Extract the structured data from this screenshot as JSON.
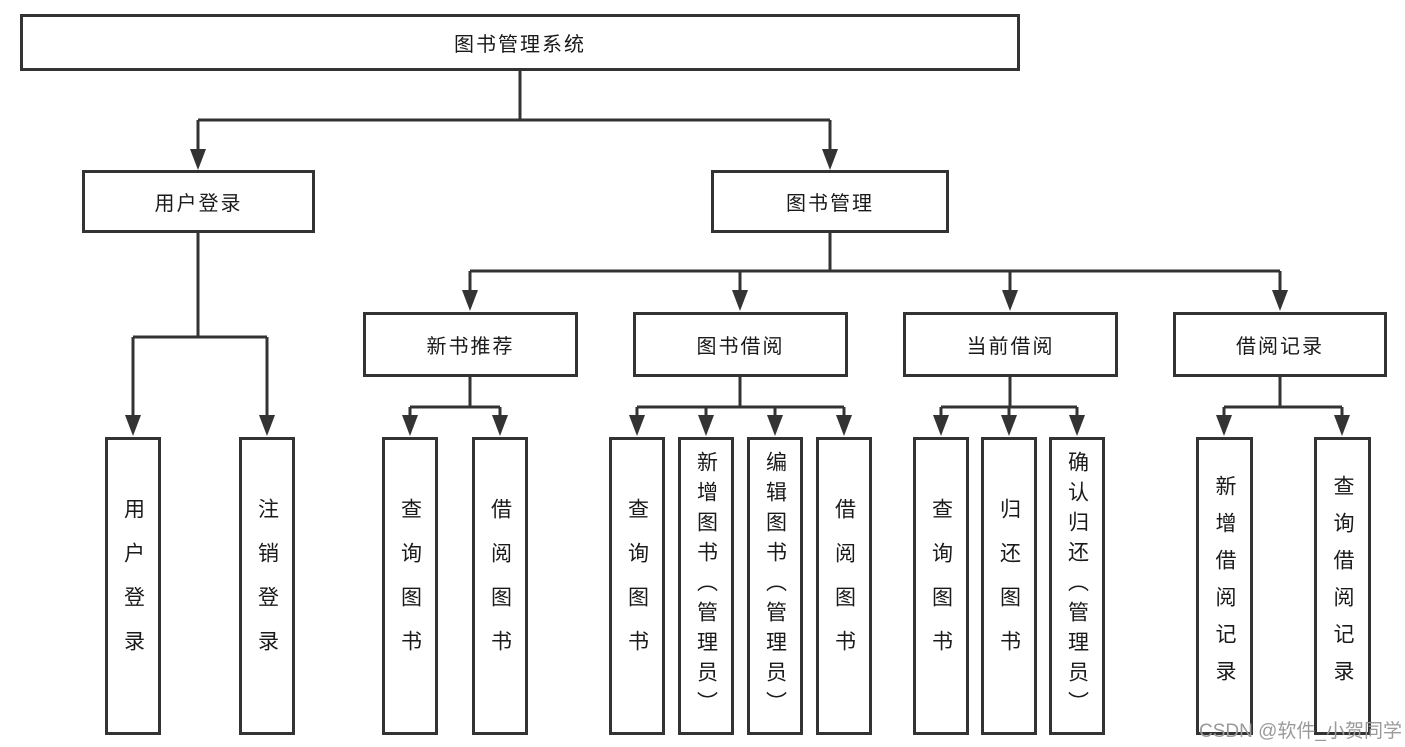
{
  "tree": {
    "root": {
      "label": "图书管理系统"
    },
    "branches": [
      {
        "label": "用户登录",
        "children": [
          {
            "label": "用户登录"
          },
          {
            "label": "注销登录"
          }
        ]
      },
      {
        "label": "图书管理",
        "children": [
          {
            "label": "新书推荐",
            "children": [
              {
                "label": "查询图书"
              },
              {
                "label": "借阅图书"
              }
            ]
          },
          {
            "label": "图书借阅",
            "children": [
              {
                "label": "查询图书"
              },
              {
                "label": "新增图书（管理员）"
              },
              {
                "label": "编辑图书（管理员）"
              },
              {
                "label": "借阅图书"
              }
            ]
          },
          {
            "label": "当前借阅",
            "children": [
              {
                "label": "查询图书"
              },
              {
                "label": "归还图书"
              },
              {
                "label": "确认归还（管理员）"
              }
            ]
          },
          {
            "label": "借阅记录",
            "children": [
              {
                "label": "新增借阅记录"
              },
              {
                "label": "查询借阅记录"
              }
            ]
          }
        ]
      }
    ]
  },
  "watermark": {
    "text": "CSDN @软件_小贺同学"
  },
  "colors": {
    "line": "#333333",
    "text": "#1a1a1a",
    "bg": "#ffffff",
    "watermark": "#9a9a9a"
  }
}
